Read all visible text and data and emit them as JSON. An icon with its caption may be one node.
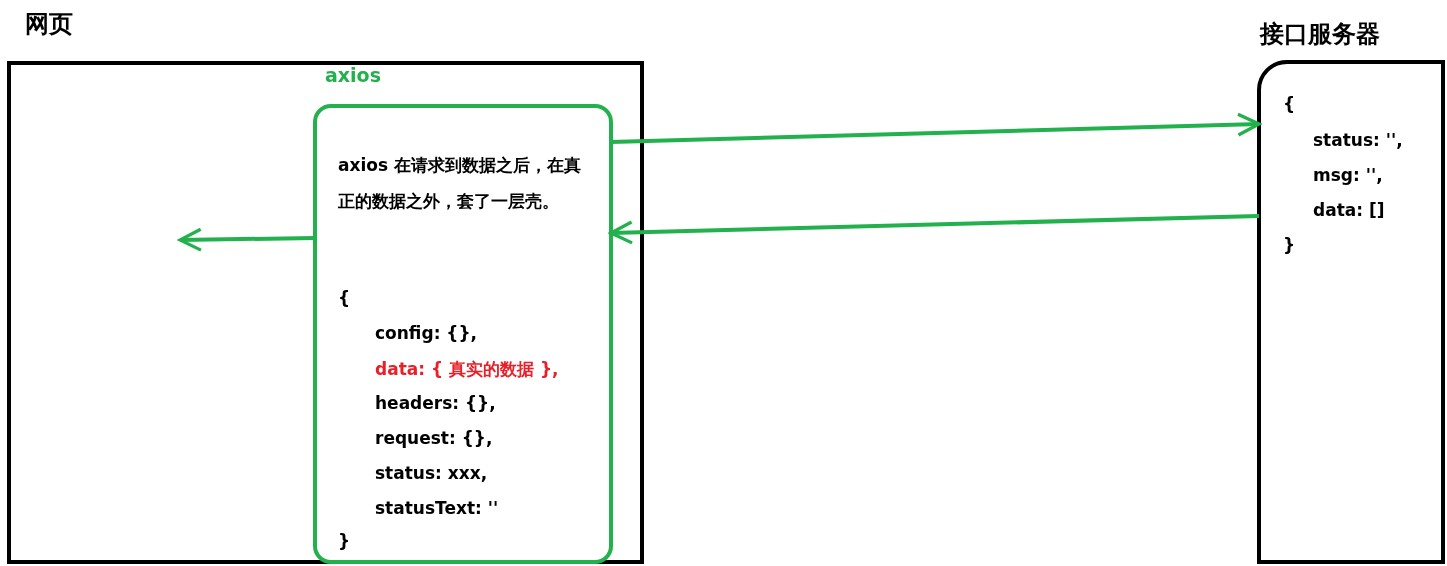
{
  "diagram": {
    "nodes": [
      {
        "text": [
          "网页"
        ]
      },
      {
        "text": [
          "axios",
          "axios 在请求到数据之后，在真正的数据之外，套了一层壳。",
          "{",
          "config: {},",
          "data: { 真实的数据 },",
          "headers: {},",
          "request: {},",
          "status: xxx,",
          "statusText: ''",
          "}"
        ],
        "in": 0
      },
      {
        "text": [
          "接口服务器",
          "{",
          "status: '',",
          "msg: '',",
          "data: []",
          "}"
        ]
      }
    ],
    "edges": [
      {
        "from": 1,
        "to": 2,
        "arrow": "to"
      },
      {
        "from": 2,
        "to": 1,
        "arrow": "to"
      },
      {
        "from": 1,
        "to": null,
        "arrow": "to"
      }
    ]
  }
}
